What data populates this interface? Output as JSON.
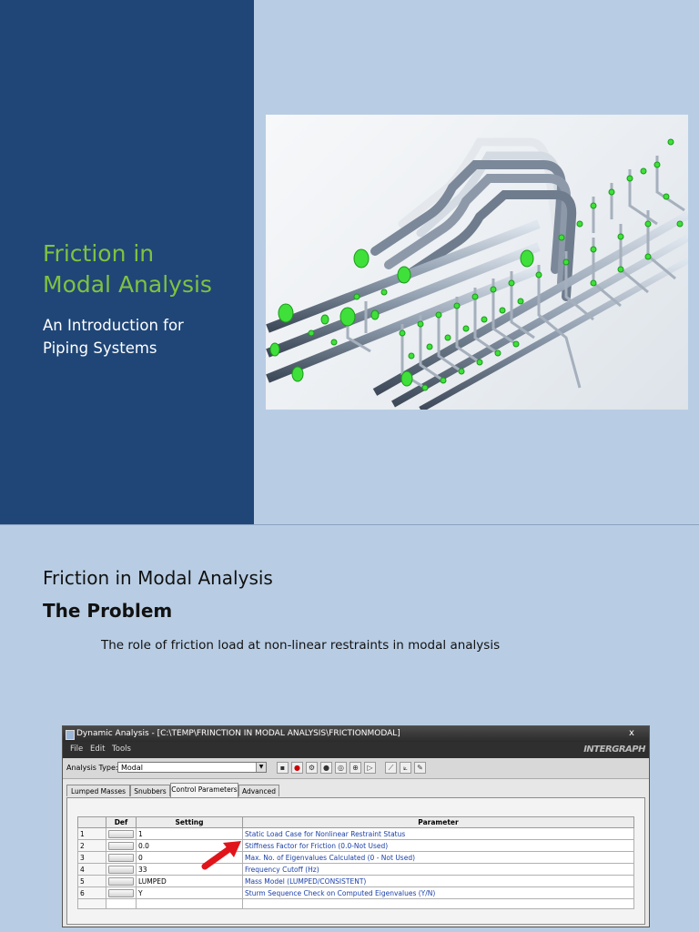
{
  "slide1": {
    "title": "Friction in\nModal Analysis",
    "subtitle": "An Introduction for\nPiping Systems",
    "colors": {
      "left_panel": "#1f4677",
      "title": "#7fc241",
      "background": "#b8cde4"
    },
    "image_description_icon": "piping-model-render"
  },
  "slide2": {
    "title": "Friction in Modal Analysis",
    "subtitle": "The Problem",
    "body": "The role of friction load at non-linear restraints in modal analysis",
    "window": {
      "title": "Dynamic Analysis - [C:\\TEMP\\FRINCTION IN MODAL ANALYSIS\\FRICTIONMODAL]",
      "close": "x",
      "menu": [
        "File",
        "Edit",
        "Tools"
      ],
      "logo": "INTERGRAPH",
      "analysis_type_label": "Analysis Type:",
      "analysis_type_value": "Modal",
      "tabs": [
        "Lumped Masses",
        "Snubbers",
        "Control Parameters",
        "Advanced"
      ],
      "active_tab": "Control Parameters",
      "columns": [
        "Def",
        "Setting",
        "Parameter"
      ],
      "rows": [
        {
          "n": "1",
          "setting": "1",
          "parameter": "Static Load Case for Nonlinear Restraint Status"
        },
        {
          "n": "2",
          "setting": "0.0",
          "parameter": "Stiffness Factor for Friction (0.0-Not Used)"
        },
        {
          "n": "3",
          "setting": "0",
          "parameter": "Max. No. of Eigenvalues Calculated (0 - Not Used)"
        },
        {
          "n": "4",
          "setting": "33",
          "parameter": "Frequency Cutoff (Hz)"
        },
        {
          "n": "5",
          "setting": "LUMPED",
          "parameter": "Mass Model (LUMPED/CONSISTENT)"
        },
        {
          "n": "6",
          "setting": "Y",
          "parameter": "Sturm Sequence Check on Computed Eigenvalues (Y/N)"
        }
      ],
      "highlight_arrow_color": "#e0151b"
    }
  }
}
